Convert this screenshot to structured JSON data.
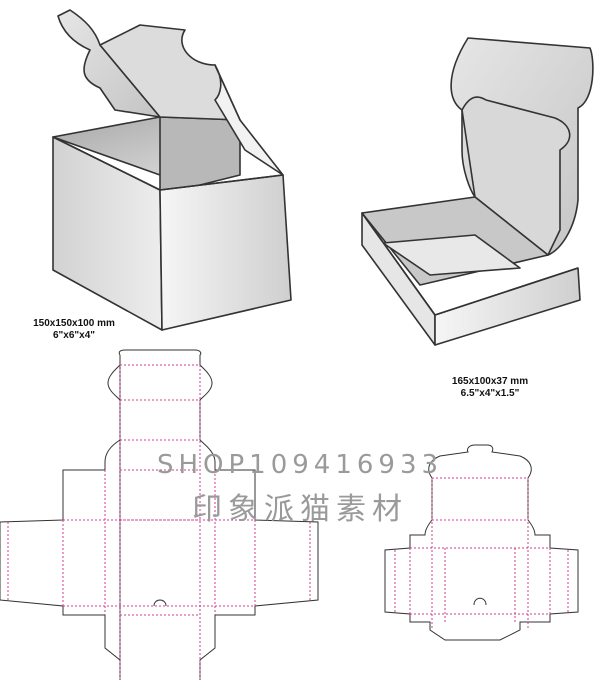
{
  "boxes": [
    {
      "dimensions_mm": "150x150x100 mm",
      "dimensions_in": "6\"x6\"x4\""
    },
    {
      "dimensions_mm": "165x100x37 mm",
      "dimensions_in": "6.5\"x4\"x1.5\""
    }
  ],
  "watermark": {
    "line1": "SHOP109416933",
    "line2": "印象派猫素材"
  },
  "colors": {
    "cut_line": "#333333",
    "fold_line": "#d23c8c",
    "box_light": "#f4f4f4",
    "box_dark": "#bdbdbd"
  }
}
